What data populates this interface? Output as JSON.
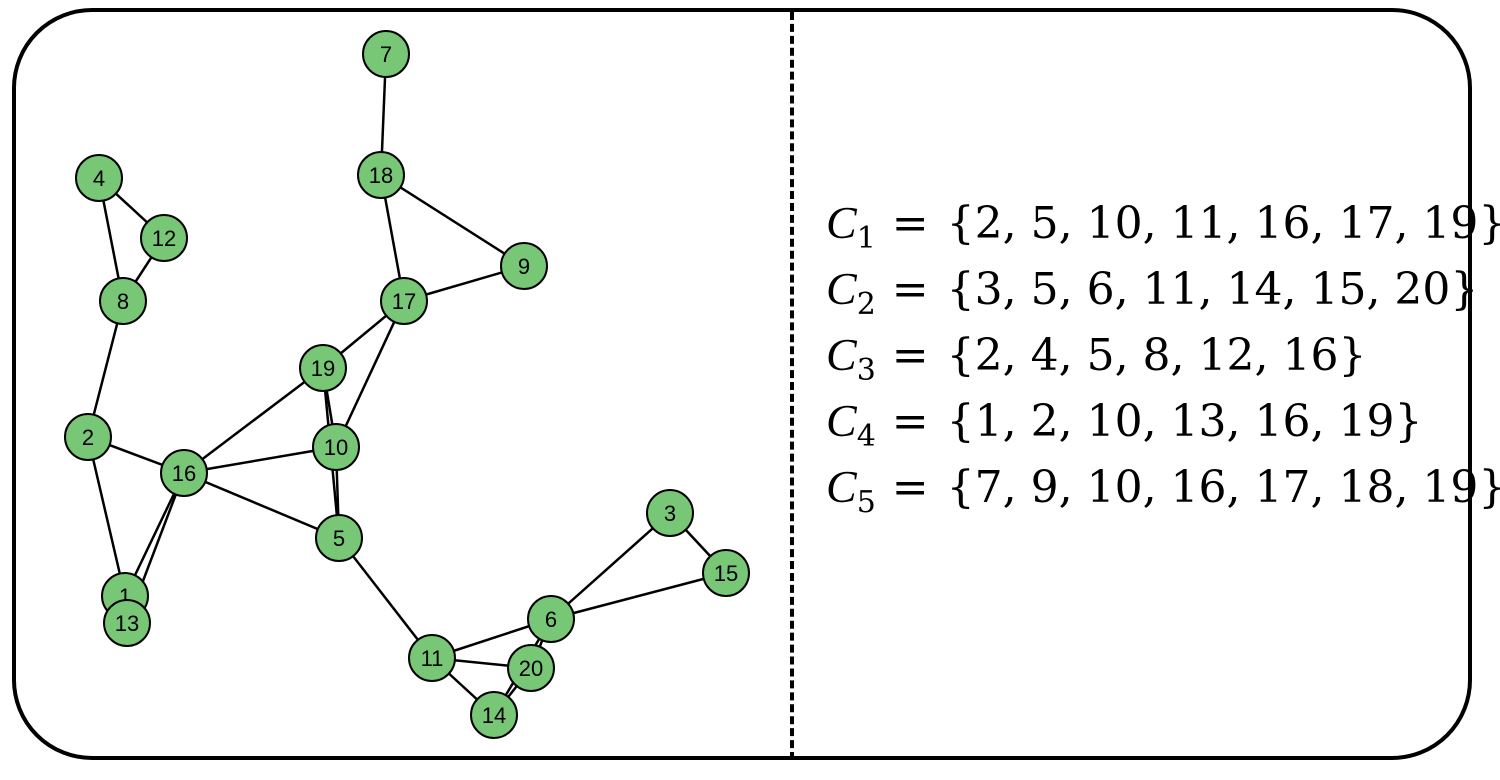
{
  "graph": {
    "node_fill": "#77c777",
    "node_stroke": "#000000",
    "edge_color": "#000000",
    "nodes": [
      {
        "id": "1"
      },
      {
        "id": "2"
      },
      {
        "id": "3"
      },
      {
        "id": "4"
      },
      {
        "id": "5"
      },
      {
        "id": "6"
      },
      {
        "id": "7"
      },
      {
        "id": "8"
      },
      {
        "id": "9"
      },
      {
        "id": "10"
      },
      {
        "id": "11"
      },
      {
        "id": "12"
      },
      {
        "id": "13"
      },
      {
        "id": "14"
      },
      {
        "id": "15"
      },
      {
        "id": "16"
      },
      {
        "id": "17"
      },
      {
        "id": "18"
      },
      {
        "id": "19"
      },
      {
        "id": "20"
      }
    ],
    "edges": [
      [
        "7",
        "18"
      ],
      [
        "18",
        "9"
      ],
      [
        "18",
        "17"
      ],
      [
        "17",
        "9"
      ],
      [
        "17",
        "19"
      ],
      [
        "17",
        "10"
      ],
      [
        "4",
        "12"
      ],
      [
        "4",
        "8"
      ],
      [
        "12",
        "8"
      ],
      [
        "8",
        "2"
      ],
      [
        "2",
        "16"
      ],
      [
        "2",
        "1"
      ],
      [
        "16",
        "1"
      ],
      [
        "16",
        "13"
      ],
      [
        "16",
        "19"
      ],
      [
        "16",
        "10"
      ],
      [
        "16",
        "5"
      ],
      [
        "19",
        "10"
      ],
      [
        "19",
        "5"
      ],
      [
        "10",
        "5"
      ],
      [
        "5",
        "11"
      ],
      [
        "11",
        "6"
      ],
      [
        "11",
        "20"
      ],
      [
        "11",
        "14"
      ],
      [
        "20",
        "14"
      ],
      [
        "6",
        "20"
      ],
      [
        "6",
        "14"
      ],
      [
        "6",
        "3"
      ],
      [
        "6",
        "15"
      ],
      [
        "3",
        "15"
      ]
    ]
  },
  "sets": [
    {
      "symbol": "C",
      "index": "1",
      "equals": "=",
      "members": "{2, 5, 10, 11, 16, 17, 19}"
    },
    {
      "symbol": "C",
      "index": "2",
      "equals": "=",
      "members": "{3, 5, 6, 11, 14, 15, 20}"
    },
    {
      "symbol": "C",
      "index": "3",
      "equals": "=",
      "members": "{2, 4, 5, 8, 12, 16}"
    },
    {
      "symbol": "C",
      "index": "4",
      "equals": "=",
      "members": "{1, 2, 10, 13, 16, 19}"
    },
    {
      "symbol": "C",
      "index": "5",
      "equals": "=",
      "members": "{7, 9, 10, 16, 17, 18, 19}"
    }
  ]
}
